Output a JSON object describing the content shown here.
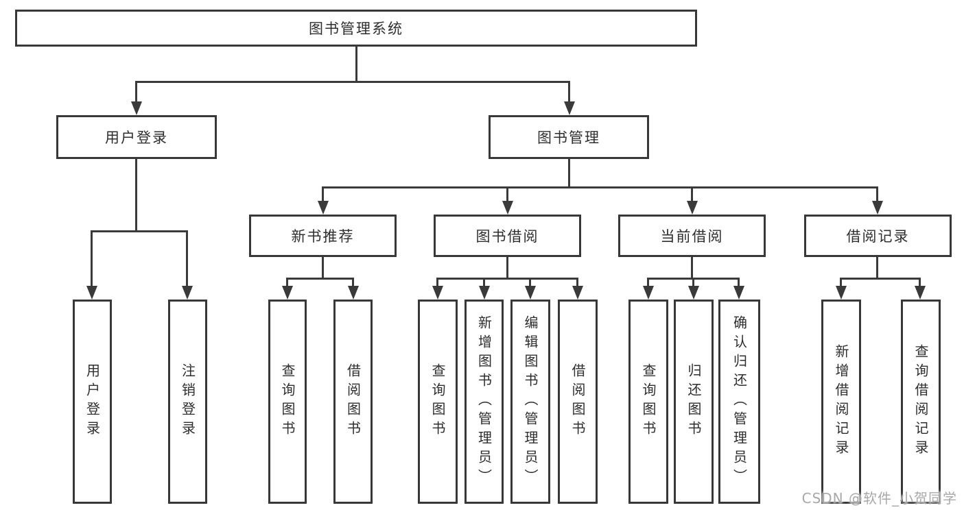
{
  "diagram_title": "图书管理系统",
  "tree": {
    "root": "图书管理系统",
    "branches": [
      {
        "label": "用户登录",
        "children": [
          "用户登录",
          "注销登录"
        ]
      },
      {
        "label": "图书管理",
        "children": [
          {
            "label": "新书推荐",
            "children": [
              "查询图书",
              "借阅图书"
            ]
          },
          {
            "label": "图书借阅",
            "children": [
              "查询图书",
              "新增图书（管理员）",
              "编辑图书（管理员）",
              "借阅图书"
            ]
          },
          {
            "label": "当前借阅",
            "children": [
              "查询图书",
              "归还图书",
              "确认归还（管理员）"
            ]
          },
          {
            "label": "借阅记录",
            "children": [
              "新增借阅记录",
              "查询借阅记录"
            ]
          }
        ]
      }
    ]
  },
  "watermark": "CSDN @软件_小贺同学",
  "colors": {
    "line": "#3a3a3a",
    "border": "#383838",
    "text": "#2e2e2e",
    "watermark_text": "#a8a8a8",
    "background": "#ffffff"
  }
}
